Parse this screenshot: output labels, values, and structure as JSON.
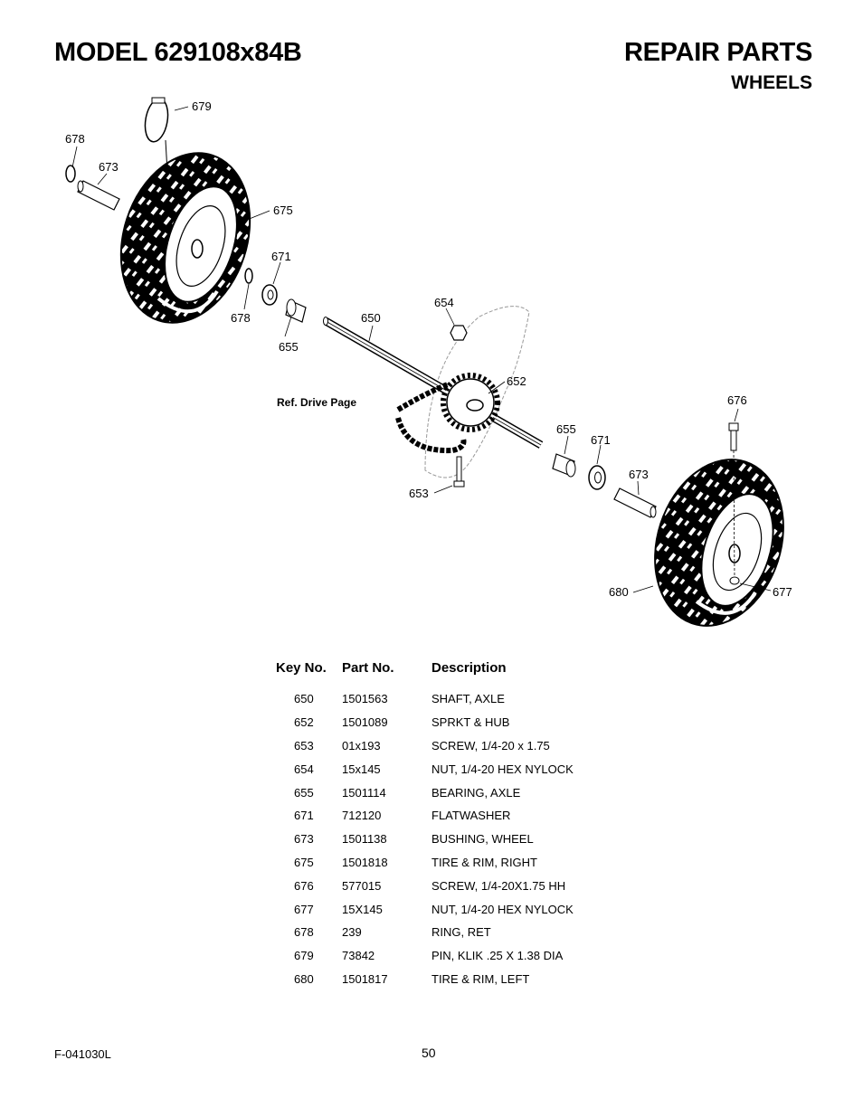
{
  "header": {
    "model": "MODEL 629108x84B",
    "section": "REPAIR PARTS",
    "subsection": "WHEELS"
  },
  "diagram": {
    "callouts": {
      "c679": "679",
      "c678a": "678",
      "c673a": "673",
      "c675": "675",
      "c671a": "671",
      "c678b": "678",
      "c655a": "655",
      "c650": "650",
      "c654": "654",
      "c652": "652",
      "c676": "676",
      "c655b": "655",
      "c671b": "671",
      "c673b": "673",
      "c653": "653",
      "c680": "680",
      "c677": "677"
    },
    "ref_note": "Ref. Drive Page"
  },
  "table": {
    "headers": {
      "key": "Key No.",
      "part": "Part No.",
      "desc": "Description"
    },
    "rows": [
      {
        "key": "650",
        "part": "1501563",
        "desc": "SHAFT, AXLE"
      },
      {
        "key": "652",
        "part": "1501089",
        "desc": "SPRKT & HUB"
      },
      {
        "key": "653",
        "part": "01x193",
        "desc": "SCREW, 1/4-20 x 1.75"
      },
      {
        "key": "654",
        "part": "15x145",
        "desc": "NUT, 1/4-20 HEX NYLOCK"
      },
      {
        "key": "655",
        "part": "1501114",
        "desc": "BEARING, AXLE"
      },
      {
        "key": "671",
        "part": "712120",
        "desc": "FLATWASHER"
      },
      {
        "key": "673",
        "part": "1501138",
        "desc": "BUSHING, WHEEL"
      },
      {
        "key": "675",
        "part": "1501818",
        "desc": "TIRE & RIM, RIGHT"
      },
      {
        "key": "676",
        "part": "577015",
        "desc": "SCREW, 1/4-20X1.75 HH"
      },
      {
        "key": "677",
        "part": "15X145",
        "desc": "NUT, 1/4-20 HEX NYLOCK"
      },
      {
        "key": "678",
        "part": "239",
        "desc": "RING, RET"
      },
      {
        "key": "679",
        "part": "73842",
        "desc": "PIN, KLIK .25 X 1.38 DIA"
      },
      {
        "key": "680",
        "part": "1501817",
        "desc": "TIRE & RIM, LEFT"
      }
    ]
  },
  "footer": {
    "form_number": "F-041030L",
    "page_number": "50"
  }
}
